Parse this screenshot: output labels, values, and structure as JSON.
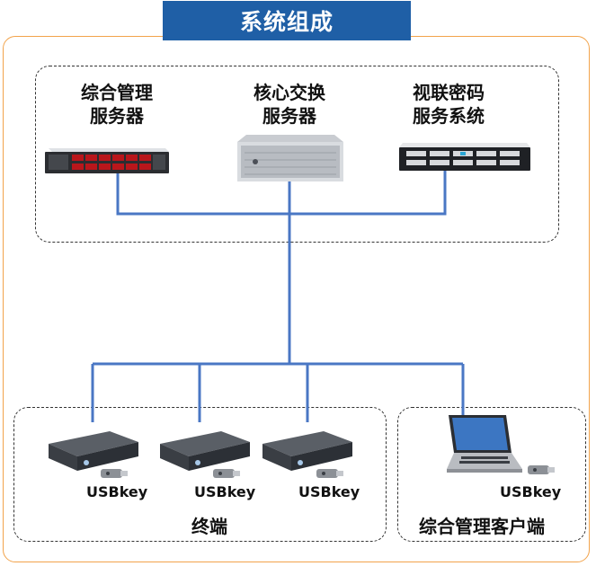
{
  "title": "系统组成",
  "servers": [
    {
      "line1": "综合管理",
      "line2": "服务器"
    },
    {
      "line1": "核心交换",
      "line2": "服务器"
    },
    {
      "line1": "视联密码",
      "line2": "服务系统"
    }
  ],
  "terminals": [
    {
      "key_label": "USBkey"
    },
    {
      "key_label": "USBkey"
    },
    {
      "key_label": "USBkey"
    }
  ],
  "terminal_group_label": "终端",
  "client": {
    "key_label": "USBkey",
    "group_label": "综合管理客户端"
  },
  "colors": {
    "title_bg": "#1f5fa6",
    "wire": "#4a77c4",
    "frame": "#f2a34b",
    "dashed": "#333333"
  }
}
